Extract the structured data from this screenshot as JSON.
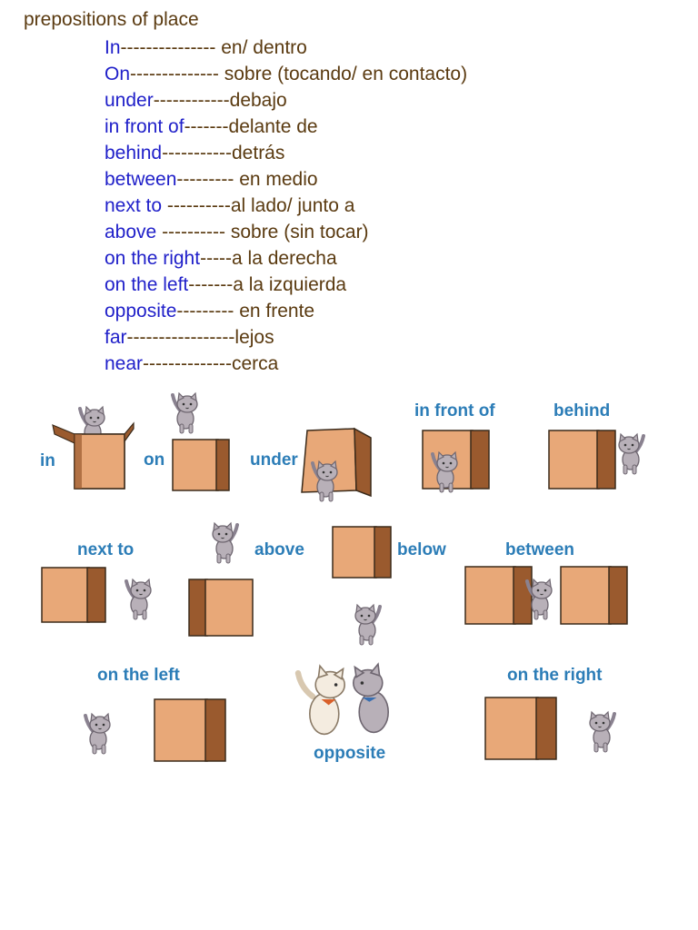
{
  "title": "prepositions of place",
  "vocabulary": [
    {
      "en": "In",
      "dash": "---------------",
      "es": " en/ dentro"
    },
    {
      "en": "On",
      "dash": "--------------",
      "es": " sobre (tocando/ en contacto)"
    },
    {
      "en": "under",
      "dash": "------------",
      "es": "debajo"
    },
    {
      "en": "in front of",
      "dash": "-------",
      "es": "delante de"
    },
    {
      "en": "behind",
      "dash": "-----------",
      "es": "detrás"
    },
    {
      "en": "between",
      "dash": "---------",
      "es": " en medio"
    },
    {
      "en": "next to ",
      "dash": "----------",
      "es": "al lado/ junto a"
    },
    {
      "en": "above ",
      "dash": "----------",
      "es": " sobre (sin tocar)"
    },
    {
      "en": "on the right",
      "dash": "-----",
      "es": "a la derecha"
    },
    {
      "en": "on the left",
      "dash": "-------",
      "es": "a la izquierda"
    },
    {
      "en": "opposite",
      "dash": "---------",
      "es": " en frente"
    },
    {
      "en": "far",
      "dash": "-----------------",
      "es": "lejos"
    },
    {
      "en": "near",
      "dash": "--------------",
      "es": "cerca"
    }
  ],
  "illustration_labels": {
    "in": "in",
    "on": "on",
    "under": "under",
    "in_front_of": "in front of",
    "behind": "behind",
    "next_to": "next to",
    "above": "above",
    "below": "below",
    "between": "between",
    "on_the_left": "on the left",
    "opposite": "opposite",
    "on_the_right": "on the right"
  },
  "colors": {
    "heading": "#5a3a10",
    "english": "#1f1fc9",
    "label": "#2c7db7",
    "box_front": "#e8a878",
    "box_side": "#9a5a2e",
    "cat": "#b8b0b8"
  }
}
